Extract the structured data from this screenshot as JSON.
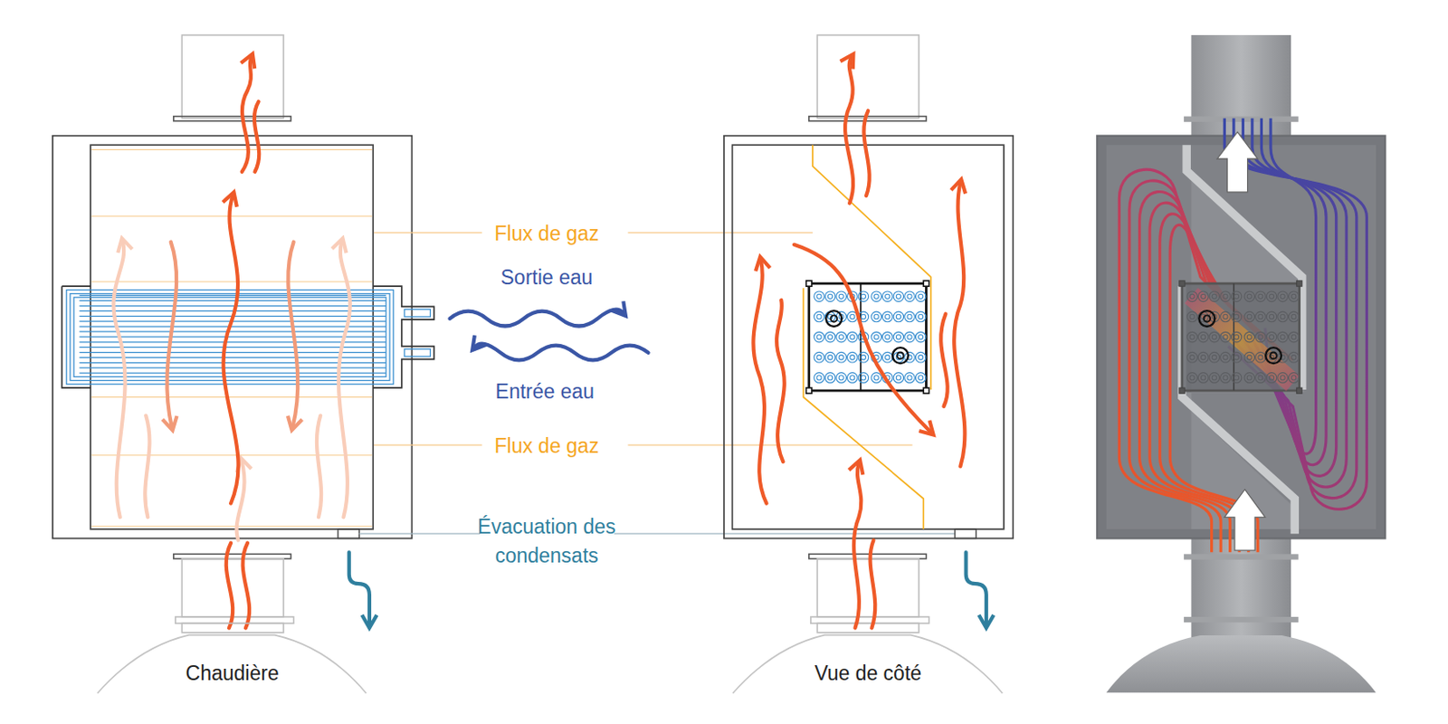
{
  "diagram": {
    "nodes": [
      {
        "text": [
          "Chaudière"
        ]
      },
      {
        "text": [
          "Vue de côté"
        ]
      }
    ],
    "labels": [
      "Flux de gaz",
      "Sortie eau",
      "Entrée eau",
      "Flux de gaz",
      "Évacuation des condensats"
    ]
  }
}
